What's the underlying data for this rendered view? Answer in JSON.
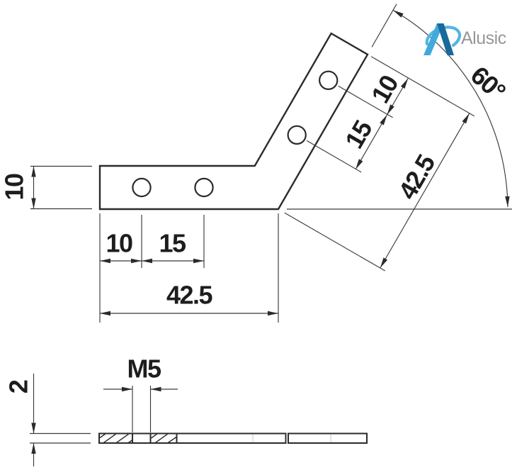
{
  "logo": {
    "text": "Alusic"
  },
  "top_view": {
    "width_dim": "10",
    "bottom_dims": {
      "edge_to_hole": "10",
      "hole_spacing": "15",
      "total": "42.5"
    },
    "arm_dims": {
      "end_to_hole": "10",
      "hole_spacing": "15",
      "total": "42.5"
    },
    "angle_dim": "60°"
  },
  "side_view": {
    "thread_dim": "M5",
    "thickness_dim": "2"
  },
  "colors": {
    "outline": "#2b2b2b",
    "dim_lines": "#3a3a3a",
    "logo_light_blue": "#41a9dc",
    "logo_dark_blue": "#19699c",
    "logo_swoosh": "#54b5e2",
    "logo_text_gray": "#97969a"
  }
}
